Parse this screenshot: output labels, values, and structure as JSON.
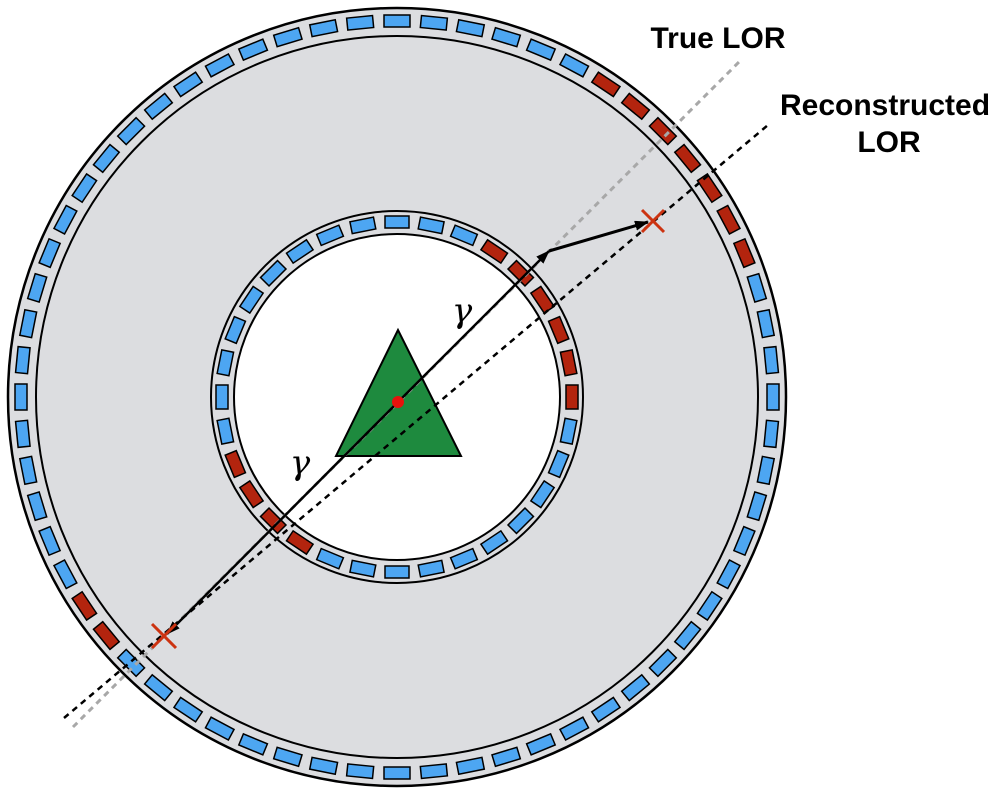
{
  "labels": {
    "true_lor": "True LOR",
    "reconstructed_lor_line1": "Reconstructed",
    "reconstructed_lor_line2": "LOR",
    "gamma_upper": "γ",
    "gamma_lower": "γ"
  },
  "colors": {
    "detector_normal": "#4DA6F2",
    "detector_hit": "#B3240E",
    "ring_fill": "#DCDDE0",
    "source": "#1E8A3E",
    "annihilation_point": "#E8120C",
    "interaction_marker": "#CC3311",
    "true_lor": "#A8A8A8",
    "reconstructed_lor": "#000000"
  },
  "icons": {
    "source": "triangle-source",
    "annihilation": "red-dot",
    "interaction": "x-mark"
  },
  "detectors": {
    "outer_ring_count": 64,
    "outer_hit_angles_deg": [
      [
        300,
        342
      ],
      [
        137,
        151
      ]
    ],
    "inner_ring_count": 32,
    "inner_hit_angles_deg": [
      [
        296,
        360
      ],
      [
        122,
        162
      ]
    ]
  }
}
